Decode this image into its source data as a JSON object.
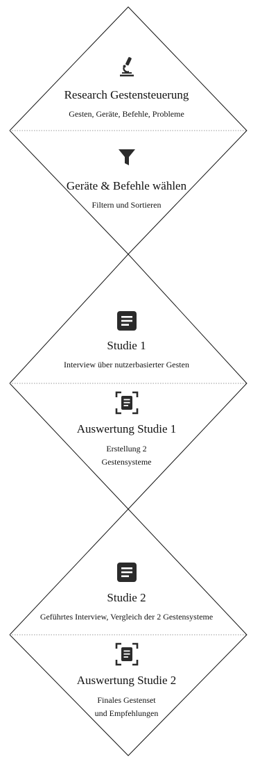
{
  "stages": [
    {
      "icon": "microscope-icon",
      "title": "Research Gestensteuerung",
      "subtitle": "Gesten, Geräte, Befehle, Probleme"
    },
    {
      "icon": "filter-icon",
      "title": "Geräte & Befehle wählen",
      "subtitle": "Filtern und Sortieren"
    },
    {
      "icon": "document-icon",
      "title": "Studie 1",
      "subtitle": "Interview über nutzerbasierter Gesten"
    },
    {
      "icon": "document-scan-icon",
      "title": "Auswertung Studie 1",
      "subtitle": "Erstellung 2\nGestensysteme"
    },
    {
      "icon": "document-icon",
      "title": "Studie 2",
      "subtitle": "Geführtes Interview, Vergleich der 2 Gestensysteme"
    },
    {
      "icon": "document-scan-icon",
      "title": "Auswertung Studie 2",
      "subtitle": "Finales Gestenset\nund Empfehlungen"
    }
  ],
  "colors": {
    "line": "#111111",
    "dotted": "#9a9a9a",
    "icon": "#2b2b2b"
  }
}
